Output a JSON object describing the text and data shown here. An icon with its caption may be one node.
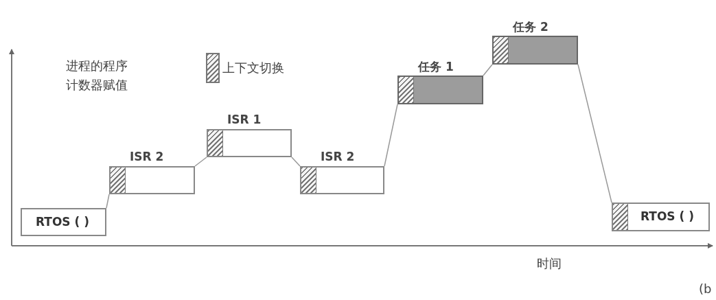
{
  "diagram": {
    "nodes": [
      {
        "text": [
          "RTOS ( )"
        ]
      },
      {
        "text": [
          "ISR 2"
        ]
      },
      {
        "text": [
          "ISR 1"
        ]
      },
      {
        "text": [
          "ISR 2"
        ]
      },
      {
        "text": [
          "任务 1"
        ]
      },
      {
        "text": [
          "任务 2"
        ]
      },
      {
        "text": [
          "RTOS ( )"
        ]
      }
    ],
    "edges": [
      {
        "from": 0,
        "to": 1,
        "arrow": "none"
      },
      {
        "from": 1,
        "to": 2,
        "arrow": "none"
      },
      {
        "from": 2,
        "to": 3,
        "arrow": "none"
      },
      {
        "from": 3,
        "to": 4,
        "arrow": "none"
      },
      {
        "from": 4,
        "to": 5,
        "arrow": "none"
      },
      {
        "from": 5,
        "to": 6,
        "arrow": "none"
      }
    ],
    "labels": [
      "进程的程序计数器赋值",
      "时间",
      "(b"
    ],
    "legend": [
      {
        "text": "上下文切换"
      }
    ]
  }
}
